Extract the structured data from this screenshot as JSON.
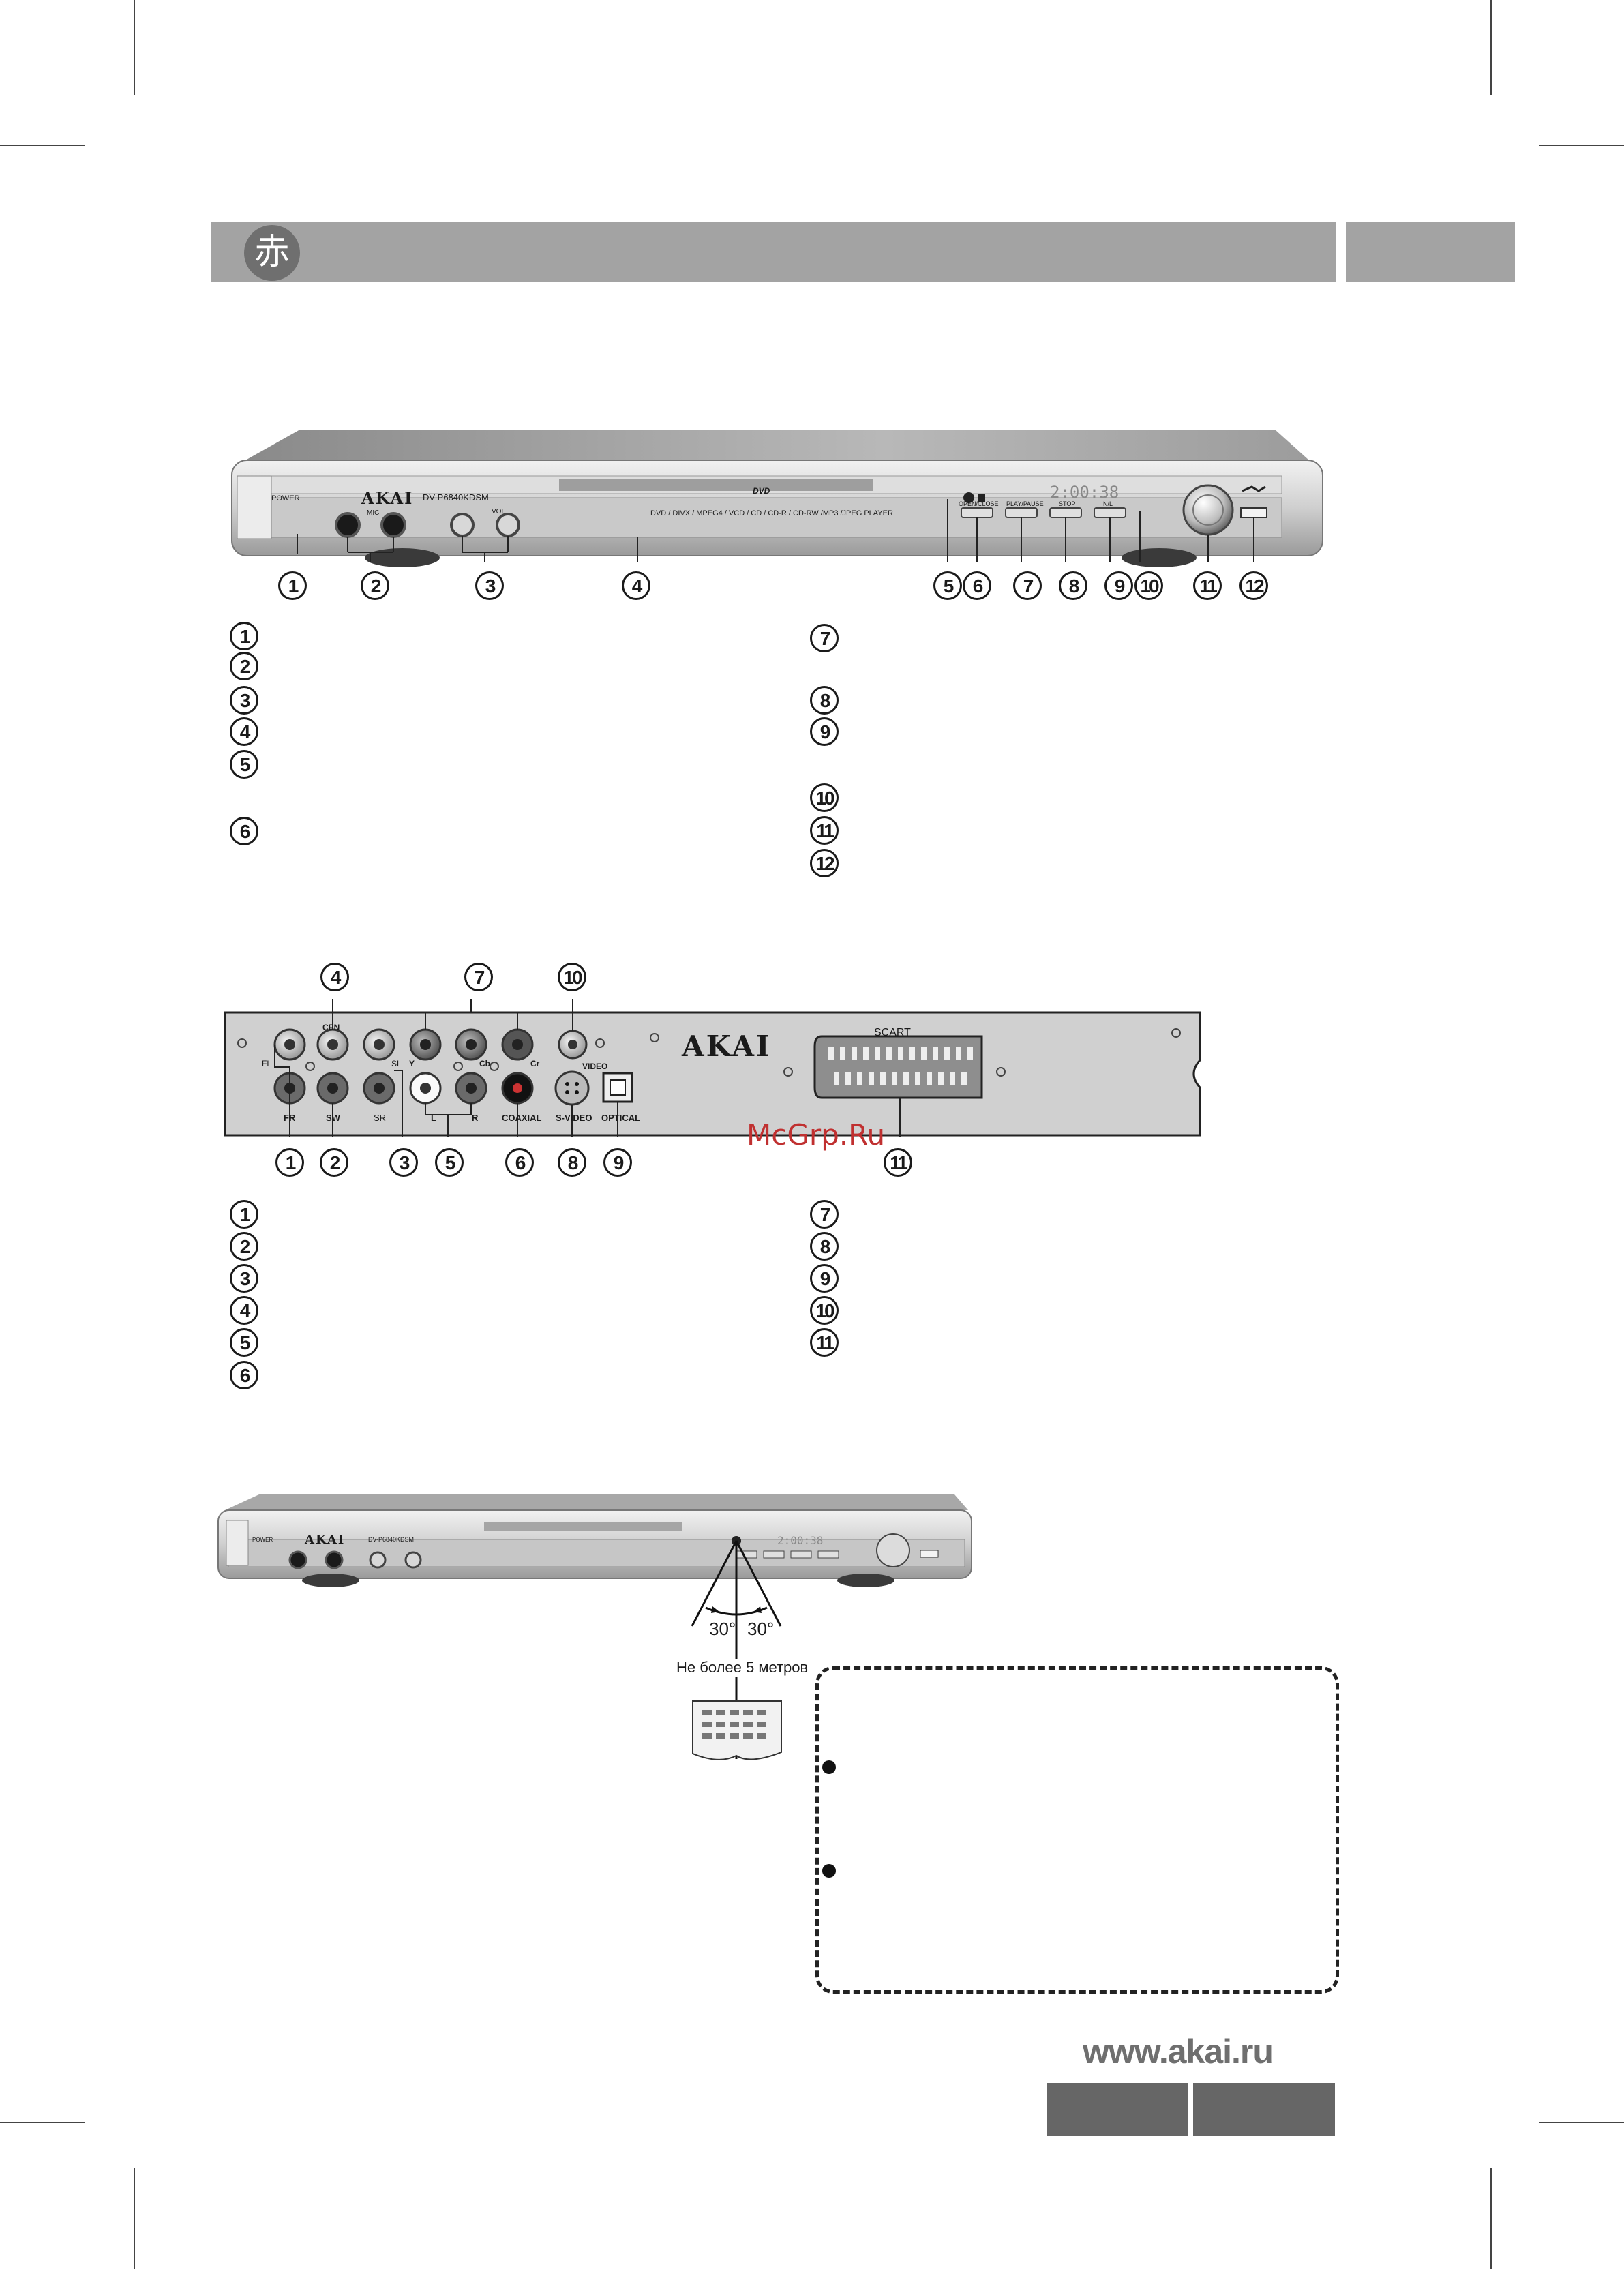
{
  "header": {
    "icon_glyph": "赤"
  },
  "front_panel": {
    "labels": {
      "power": "POWER",
      "brand": "AKAI",
      "model": "DV-P6840KDSM",
      "mic": "MIC",
      "vol": "VOL",
      "disc_logo": "DVD",
      "formats": "DVD / DIVX / MPEG4 / VCD / CD / CD-R / CD-RW /MP3 /JPEG PLAYER",
      "open_close": "OPEN/CLOSE",
      "play_pause": "PLAY/PAUSE",
      "stop": "STOP",
      "nl": "N/L",
      "display": "2:00:38"
    },
    "callouts": [
      "1",
      "2",
      "3",
      "4",
      "5",
      "6",
      "7",
      "8",
      "9",
      "10",
      "11",
      "12"
    ],
    "list_left": [
      "1",
      "2",
      "3",
      "4",
      "5",
      "6"
    ],
    "list_right": [
      "7",
      "8",
      "9",
      "10",
      "11",
      "12"
    ]
  },
  "rear_panel": {
    "labels": {
      "cen": "CEN",
      "fl": "FL",
      "sl": "SL",
      "y": "Y",
      "cb": "Cb",
      "cr": "Cr",
      "video": "VIDEO",
      "fr": "FR",
      "sw": "SW",
      "sr": "SR",
      "l": "L",
      "r": "R",
      "coaxial": "COAXIAL",
      "svideo": "S-VIDEO",
      "optical": "OPTICAL",
      "brand": "AKAI",
      "scart": "SCART"
    },
    "callouts_top": [
      "4",
      "7",
      "10"
    ],
    "callouts_bottom": [
      "1",
      "2",
      "3",
      "5",
      "6",
      "8",
      "9",
      "11"
    ],
    "list_left": [
      "1",
      "2",
      "3",
      "4",
      "5",
      "6"
    ],
    "list_right": [
      "7",
      "8",
      "9",
      "10",
      "11"
    ]
  },
  "watermark": "McGrp.Ru",
  "remote_section": {
    "player_labels": {
      "power": "POWER",
      "brand": "AKAI",
      "model": "DV-P6840KDSM",
      "display": "2:00:38"
    },
    "angle_left": "30°",
    "angle_right": "30°",
    "distance": "Не более 5 метров"
  },
  "footer": {
    "url": "www.akai.ru"
  }
}
